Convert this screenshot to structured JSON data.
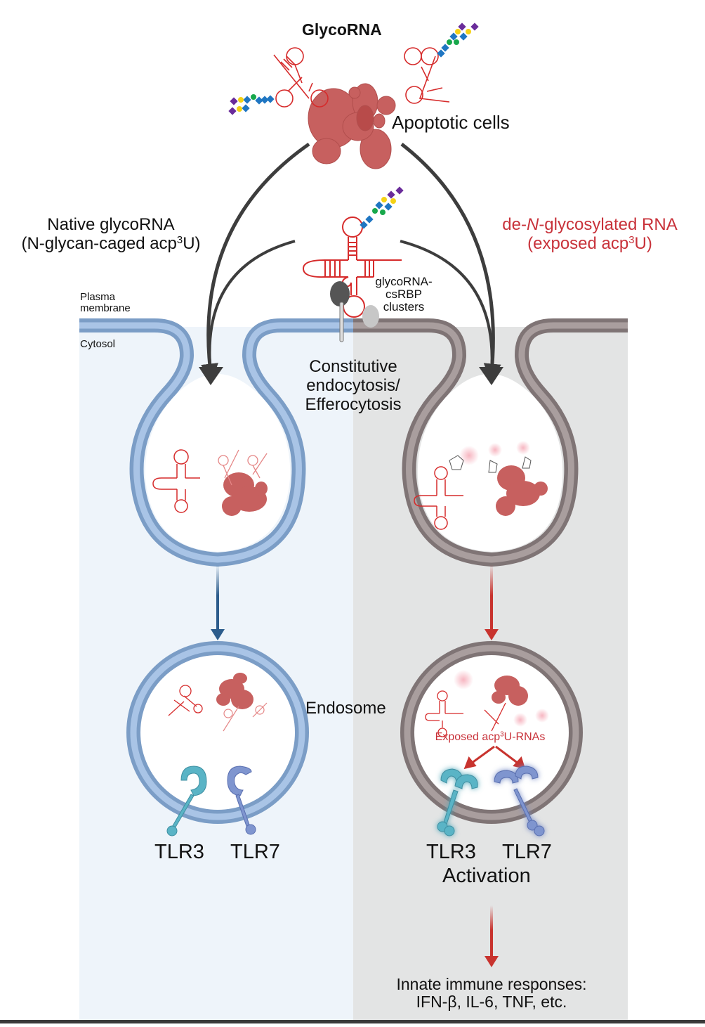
{
  "title": "GlycoRNA",
  "labels": {
    "apoptotic_cells": "Apoptotic cells",
    "native_line1": "Native glycoRNA",
    "native_line2_prefix": "(N-glycan-caged acp",
    "native_line2_sup": "3",
    "native_line2_suffix": "U)",
    "deglyco_line1_prefix": "de-",
    "deglyco_line1_italic": "N",
    "deglyco_line1_suffix": "-glycosylated RNA",
    "deglyco_line2_prefix": "(exposed acp",
    "deglyco_line2_sup": "3",
    "deglyco_line2_suffix": "U)",
    "plasma_membrane_line1": "Plasma",
    "plasma_membrane_line2": "membrane",
    "cytosol": "Cytosol",
    "clusters_line1": "glycoRNA-",
    "clusters_line2": "csRBP",
    "clusters_line3": "clusters",
    "endocytosis_line1": "Constitutive",
    "endocytosis_line2": "endocytosis/",
    "endocytosis_line3": "Efferocytosis",
    "endosome": "Endosome",
    "exposed_prefix": "Exposed acp",
    "exposed_sup": "3",
    "exposed_suffix": "U-RNAs",
    "tlr3_left": "TLR3",
    "tlr7_left": "TLR7",
    "tlr3_right": "TLR3",
    "tlr7_right": "TLR7",
    "activation": "Activation",
    "innate_line1": "Innate immune responses:",
    "innate_line2": "IFN-β, IL-6, TNF, etc."
  },
  "colors": {
    "left_panel_bg": "#eef4fa",
    "right_panel_bg": "#e3e4e4",
    "blue_membrane_outer": "#7b9dc6",
    "blue_membrane_inner": "#a9c4e6",
    "gray_membrane_outer": "#7f7475",
    "gray_membrane_inner": "#a99e9e",
    "rna_red": "#d62b2b",
    "cell_red": "#c7605f",
    "red_text": "#c8323a",
    "blue_arrow": "#2c5c8c",
    "red_arrow": "#c8332e",
    "dark_arrow": "#3d3d3d",
    "tlr3": "#5ab4c6",
    "tlr7": "#7f95cf",
    "glycan_purple": "#6a2c9a",
    "glycan_yellow": "#f5d216",
    "glycan_blue": "#1f76c2",
    "glycan_green": "#17a84b"
  }
}
